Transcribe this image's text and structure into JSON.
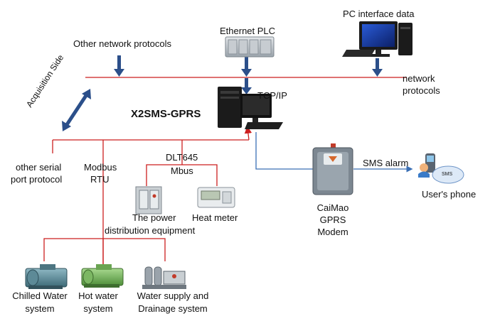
{
  "labels": {
    "pc_interface": "PC interface data",
    "ethernet_plc": "Ethernet  PLC",
    "other_network_protocols": "Other network protocols",
    "network_protocols_1": "network",
    "network_protocols_2": "protocols",
    "acquisition_side": "Acquisition Side",
    "tcp_ip": "TCP/IP",
    "center_title": "X2SMS-GPRS",
    "other_serial_1": "other serial",
    "other_serial_2": "port protocol",
    "modbus_1": "Modbus",
    "modbus_2": "RTU",
    "dlt645": "DLT645",
    "mbus": "Mbus",
    "power_dist_1": "The power",
    "power_dist_2": "distribution equipment",
    "heat_meter": "Heat meter",
    "modem_1": "CaiMao",
    "modem_2": "GPRS",
    "modem_3": "Modem",
    "sms_alarm": "SMS alarm",
    "sms_bubble": "SMS",
    "users_phone": "User's phone",
    "chilled_1": "Chilled Water",
    "chilled_2": "system",
    "hotwater_1": "Hot water",
    "hotwater_2": "system",
    "watersupply_1": "Water supply and",
    "watersupply_2": "Drainage system"
  },
  "colors": {
    "red_line": "#cc1f1f",
    "blue_line": "#3a6fb5",
    "arrow_blue": "#2b4f8a"
  }
}
